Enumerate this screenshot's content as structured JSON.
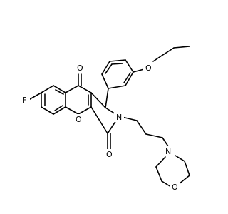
{
  "atoms": {
    "fluorine": "F",
    "carbonyl_oxygen_top": "O",
    "carbonyl_oxygen_right": "O",
    "ring_oxygen": "O",
    "ether_oxygen": "O",
    "nitrogen_pyrrolidinone": "N",
    "nitrogen_morpholine": "N",
    "oxygen_morpholine": "O"
  },
  "colors": {
    "bond": "#000000",
    "background": "#ffffff"
  }
}
